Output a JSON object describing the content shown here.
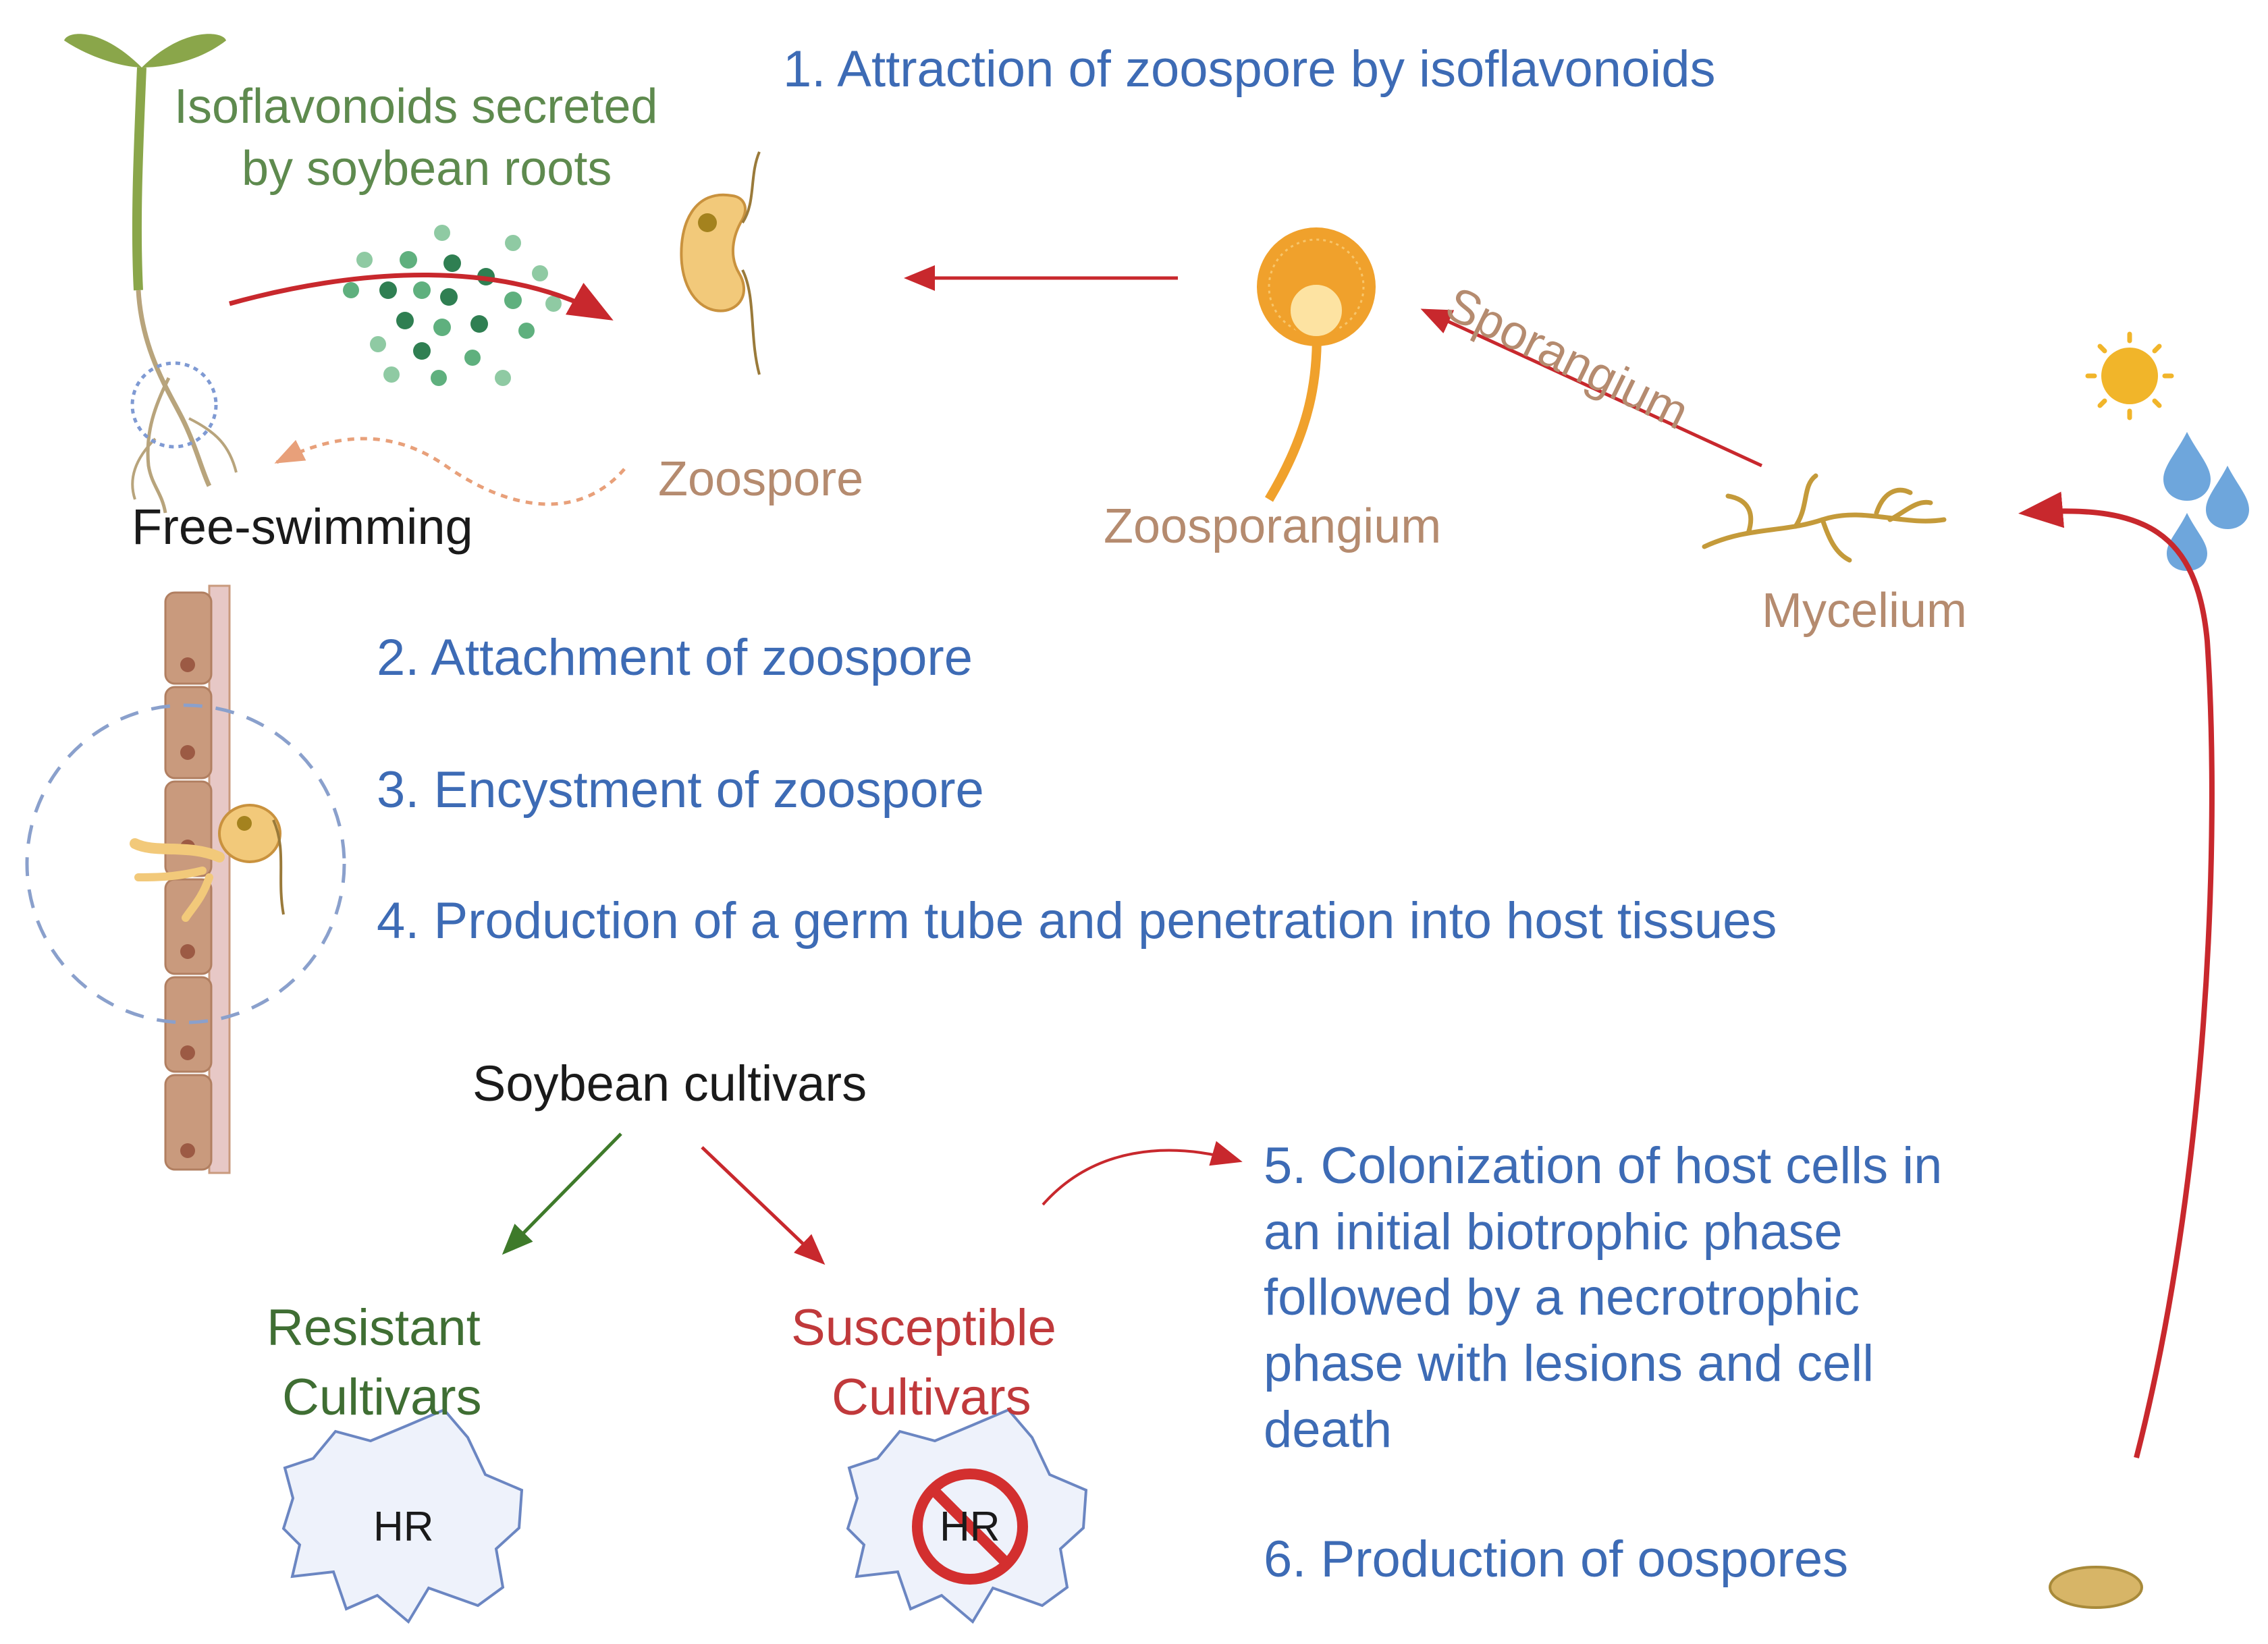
{
  "colors": {
    "step_text": "#3d6bb5",
    "isoflavonoid_text": "#5e8a4e",
    "tan_text": "#b58b6f",
    "dark_text": "#1a1a1a",
    "resistant_text": "#3f6e33",
    "susceptible_text": "#c0393b",
    "arrow_red": "#c8282d",
    "arrow_green": "#3e7a2a",
    "spore_fill": "#f2c97a",
    "sporangium_fill": "#f0a12c",
    "root_cell_fill": "#c99a7d",
    "hr_star_fill": "#eef2fb",
    "hr_star_stroke": "#6b86c2",
    "sun": "#f1b52a",
    "water": "#6ea6dc",
    "oospore": "#d7b567"
  },
  "labels": {
    "isoflavonoids_line1": "Isoflavonoids secreted",
    "isoflavonoids_line2": "by soybean roots",
    "step1": "1. Attraction of zoospore by isoflavonoids",
    "zoospore": "Zoospore",
    "free_swimming": "Free-swimming",
    "zoosporangium": "Zoosporangium",
    "sporangium": "Sporangium",
    "mycelium": "Mycelium",
    "step2": "2. Attachment of  zoospore",
    "step3": "3. Encystment of zoospore",
    "step4": "4. Production of a germ tube and penetration into host tissues",
    "soybean_cultivars": "Soybean cultivars",
    "resistant_line1": "Resistant",
    "resistant_line2": "Cultivars",
    "susceptible_line1": "Susceptible",
    "susceptible_line2": "Cultivars",
    "hr_resistant": "HR",
    "hr_susceptible": "HR",
    "step5_line1": "5. Colonization of  host cells in",
    "step5_line2": "an initial biotrophic phase",
    "step5_line3": "followed by a necrotrophic",
    "step5_line4": "phase with lesions and cell",
    "step5_line5": "death",
    "step6": "6. Production of oospores"
  },
  "icons": {
    "seedling": "soybean-seedling-icon",
    "isoflavonoid_dots": "isoflavonoid-molecules-icon",
    "zoospore": "zoospore-icon",
    "zoosporangium": "zoosporangium-icon",
    "mycelium": "mycelium-icon",
    "sun": "sun-icon",
    "water": "water-drops-icon",
    "root_cells": "root-cell-column-icon",
    "encysted_zoospore": "encysted-zoospore-icon",
    "hr_star": "hr-burst-icon",
    "no_symbol": "prohibited-icon",
    "oospore": "oospore-icon"
  }
}
